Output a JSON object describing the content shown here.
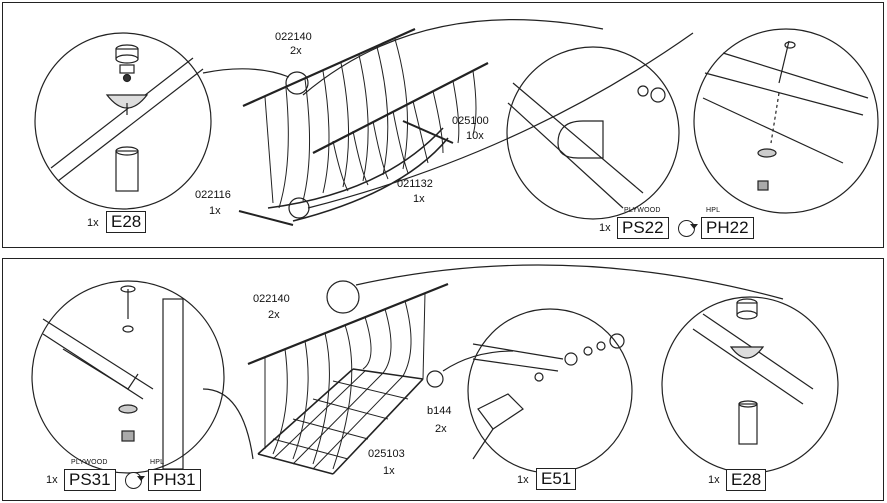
{
  "panel1": {
    "parts": [
      {
        "code": "022140",
        "qty": "2x"
      },
      {
        "code": "025100",
        "qty": "10x"
      },
      {
        "code": "021132",
        "qty": "1x"
      },
      {
        "code": "022116",
        "qty": "1x"
      }
    ],
    "detail_left": {
      "qty": "1x",
      "code": "E28"
    },
    "detail_right": {
      "qty": "1x",
      "tag_a": "PLYWOOD",
      "code_a": "PS22",
      "tag_b": "HPL",
      "code_b": "PH22"
    }
  },
  "panel2": {
    "parts": [
      {
        "code": "022140",
        "qty": "2x"
      },
      {
        "code": "b144",
        "qty": "2x"
      },
      {
        "code": "025103",
        "qty": "1x"
      }
    ],
    "detail_left": {
      "qty": "1x",
      "tag_a": "PLYWOOD",
      "code_a": "PS31",
      "tag_b": "HPL",
      "code_b": "PH31"
    },
    "detail_mid": {
      "qty": "1x",
      "code": "E51"
    },
    "detail_right": {
      "qty": "1x",
      "code": "E28"
    }
  },
  "icons": {
    "cycle": "circular-arrow-icon"
  }
}
